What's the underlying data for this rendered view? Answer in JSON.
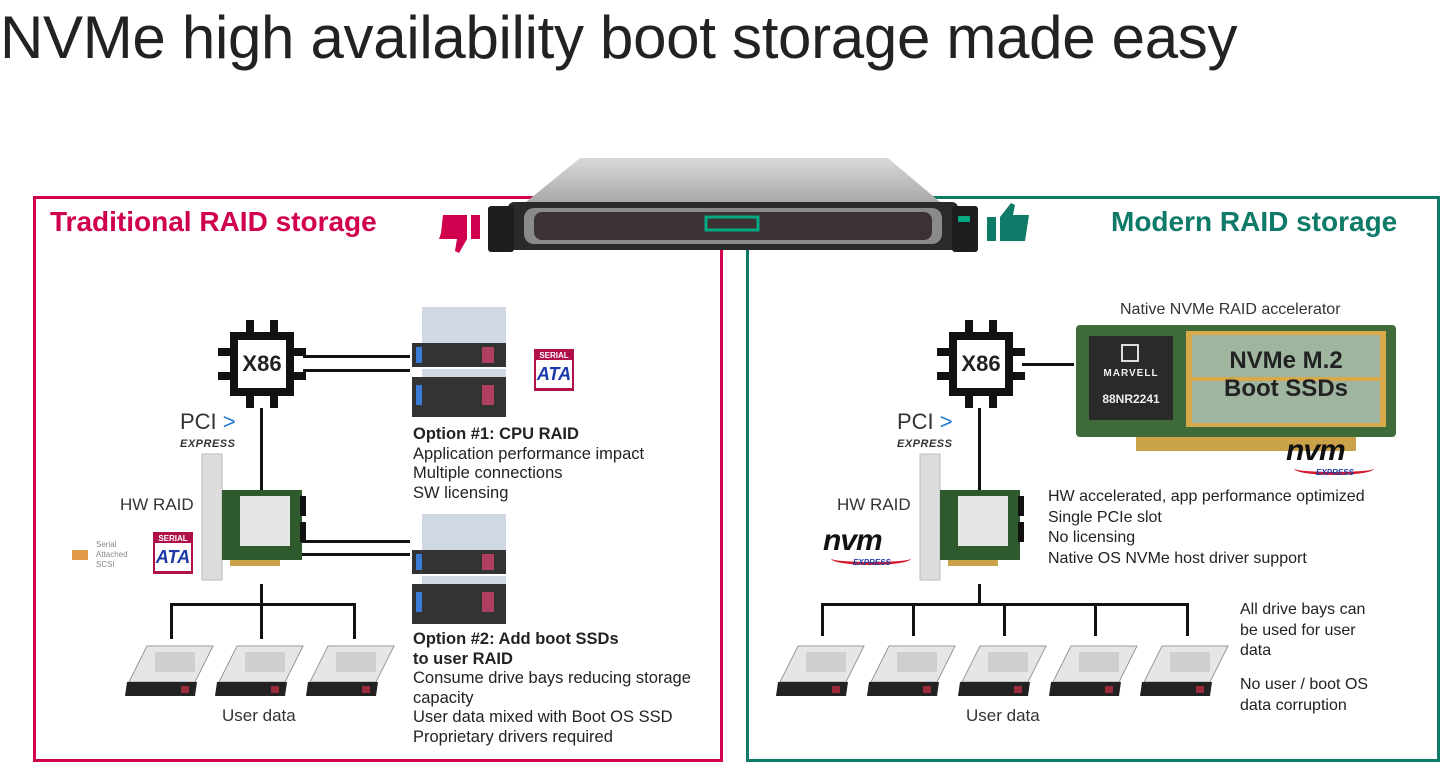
{
  "title": "NVMe high availability boot storage made easy",
  "colors": {
    "traditional": "#d1004f",
    "modern": "#0e7a68",
    "text": "#222222",
    "server_accent": "#01a982"
  },
  "left": {
    "heading": "Traditional RAID storage",
    "verdict_icon": "thumbs-down-icon",
    "cpu_label": "X86",
    "bus_logo": {
      "top": "PCI",
      "bottom": "EXPRESS"
    },
    "controller_label": "HW RAID",
    "protocol_logos": [
      {
        "name": "sas-logo",
        "lines": [
          "Serial",
          "Attached",
          "SCSI"
        ]
      },
      {
        "name": "sata-logo",
        "top": "SERIAL",
        "bottom": "ATA"
      }
    ],
    "option1": {
      "heading": "Option #1: CPU RAID",
      "points": [
        "Application performance impact",
        "Multiple connections",
        "SW licensing"
      ],
      "logo": {
        "top": "SERIAL",
        "bottom": "ATA"
      }
    },
    "option2": {
      "heading_lines": [
        "Option #2: Add boot SSDs",
        "to user RAID"
      ],
      "points": [
        "Consume drive bays reducing storage",
        "capacity",
        "User data mixed with Boot OS SSD",
        "Proprietary drivers required"
      ]
    },
    "user_data_label": "User data",
    "user_drive_count": 3
  },
  "right": {
    "heading": "Modern RAID storage",
    "verdict_icon": "thumbs-up-icon",
    "cpu_label": "X86",
    "bus_logo": {
      "top": "PCI",
      "bottom": "EXPRESS"
    },
    "controller_label": "HW RAID",
    "controller_logo": {
      "top": "nvm",
      "bottom": "EXPRESS"
    },
    "accelerator": {
      "caption": "Native NVMe RAID accelerator",
      "chip_brand": "MARVELL",
      "chip_model": "88NR2241",
      "ssd_label_lines": [
        "NVMe M.2",
        "Boot SSDs"
      ],
      "logo": {
        "top": "nvm",
        "bottom": "EXPRESS"
      }
    },
    "points": [
      "HW accelerated, app performance optimized",
      "Single PCIe slot",
      "No licensing",
      "Native OS NVMe host driver support"
    ],
    "notes": [
      [
        "All drive bays can",
        "be used for user",
        "data"
      ],
      [
        "No user / boot OS",
        "data corruption"
      ]
    ],
    "user_data_label": "User data",
    "user_drive_count": 5
  }
}
